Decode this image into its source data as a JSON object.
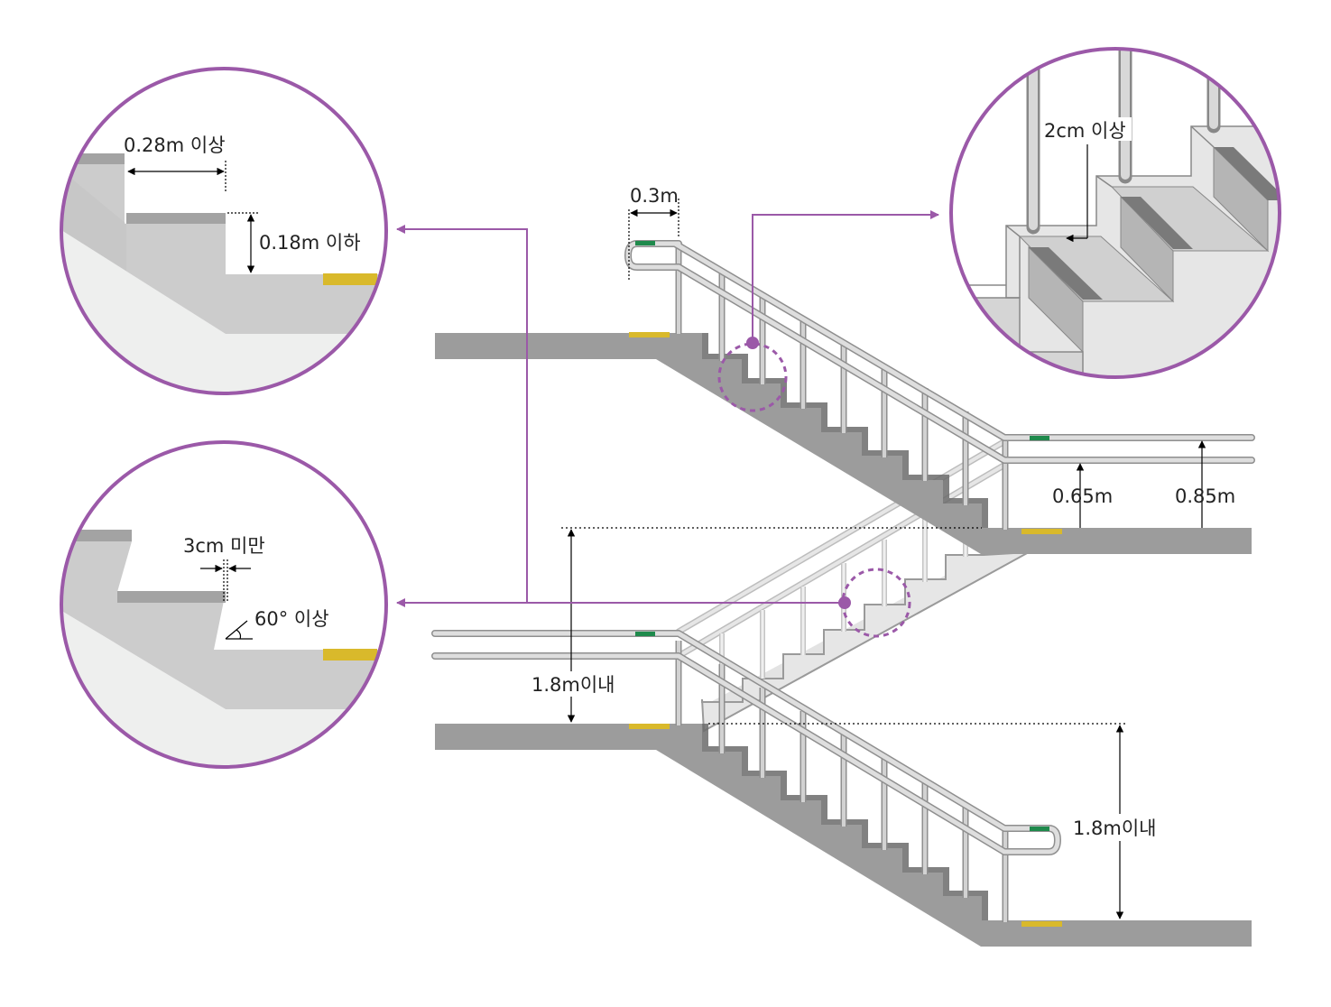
{
  "labels": {
    "tread_depth": "0.28m 이상",
    "riser_height": "0.18m 이하",
    "nosing_projection": "3cm 미만",
    "riser_angle": "60° 이상",
    "nonslip_offset": "2cm 이상",
    "handrail_extension": "0.3m",
    "lower_rail_height": "0.65m",
    "upper_rail_height": "0.85m",
    "rise_limit_left": "1.8m이내",
    "rise_limit_right": "1.8m이내"
  },
  "colors": {
    "accent": "#9b59a8",
    "concrete": "#9c9c9c",
    "step_edge": "#6b6b6b",
    "slab_light": "#dcdcdc",
    "rail": "#c8c8c8",
    "rail_stroke": "#8f8f8f",
    "warning_strip": "#d9b92b",
    "grip_marker": "#1f8a4c",
    "detail_bg": "#eeefee",
    "detail_step": "#cccccc"
  }
}
